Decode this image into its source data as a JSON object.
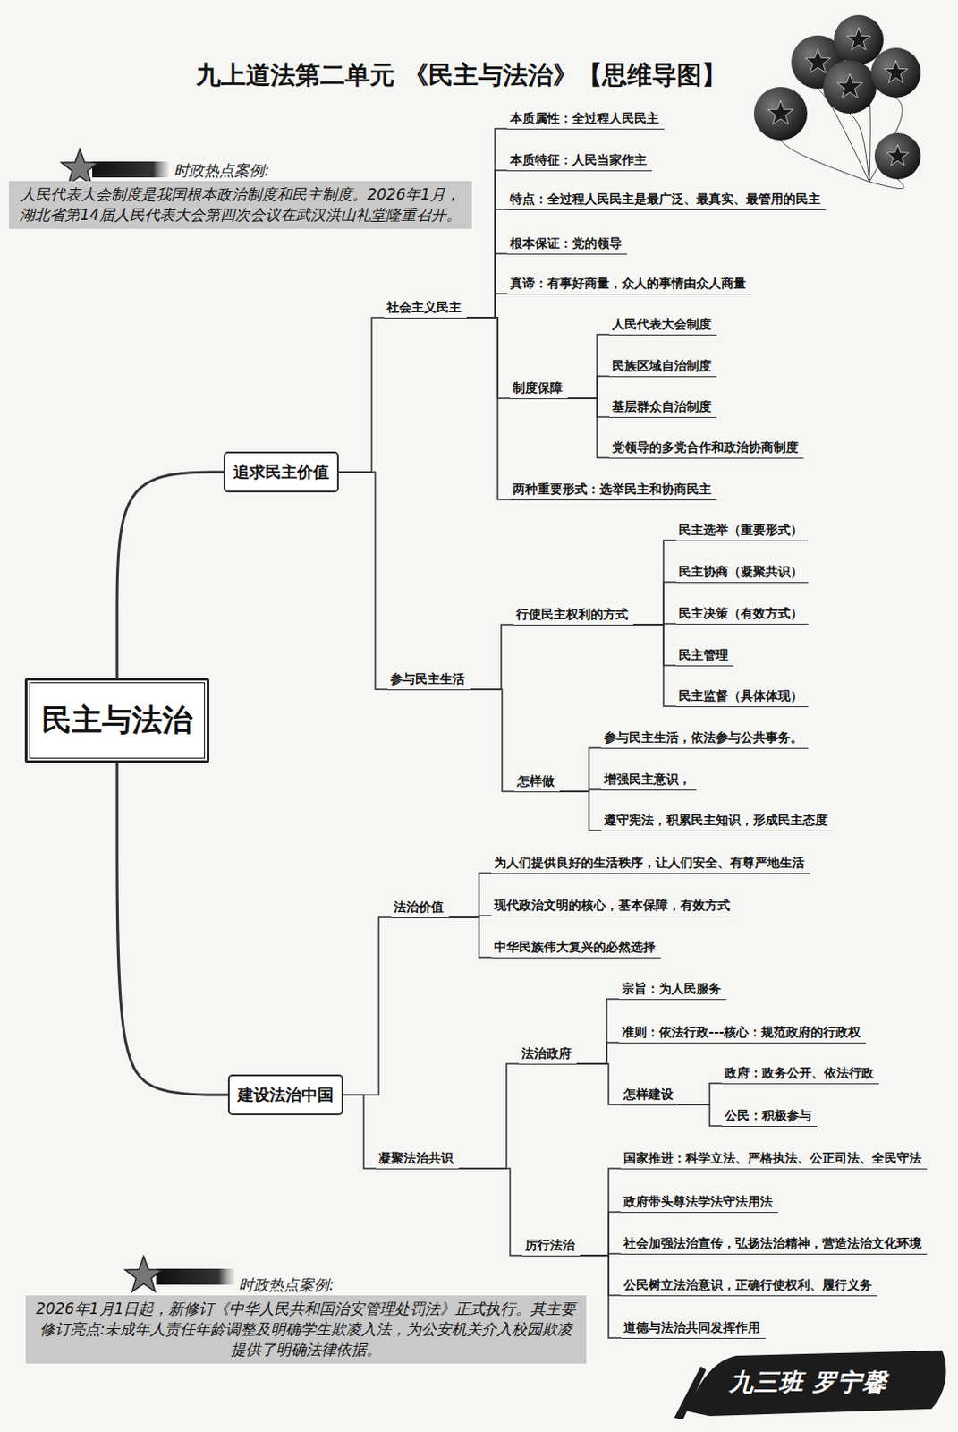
{
  "diagram": {
    "title": "九上道法第二单元 《民主与法治》【思维导图】",
    "nodes": [
      {
        "text": [
          "民主与法治"
        ]
      },
      {
        "text": [
          "追求民主价值"
        ]
      },
      {
        "text": [
          "社会主义民主"
        ]
      },
      {
        "text": [
          "本质属性：全过程人民民主"
        ]
      },
      {
        "text": [
          "本质特征：人民当家作主"
        ]
      },
      {
        "text": [
          "特点：全过程人民民主是最广泛、最真实、最管用的民主"
        ]
      },
      {
        "text": [
          "根本保证：党的领导"
        ]
      },
      {
        "text": [
          "真谛：有事好商量，众人的事情由众人商量"
        ]
      },
      {
        "text": [
          "制度保障"
        ]
      },
      {
        "text": [
          "人民代表大会制度"
        ]
      },
      {
        "text": [
          "民族区域自治制度"
        ]
      },
      {
        "text": [
          "基层群众自治制度"
        ]
      },
      {
        "text": [
          "党领导的多党合作和政治协商制度"
        ]
      },
      {
        "text": [
          "两种重要形式：选举民主和协商民主"
        ]
      },
      {
        "text": [
          "参与民主生活"
        ]
      },
      {
        "text": [
          "行使民主权利的方式"
        ]
      },
      {
        "text": [
          "民主选举（重要形式）"
        ]
      },
      {
        "text": [
          "民主协商（凝聚共识）"
        ]
      },
      {
        "text": [
          "民主决策（有效方式）"
        ]
      },
      {
        "text": [
          "民主管理"
        ]
      },
      {
        "text": [
          "民主监督（具体体现）"
        ]
      },
      {
        "text": [
          "怎样做"
        ]
      },
      {
        "text": [
          "参与民主生活，依法参与公共事务。"
        ]
      },
      {
        "text": [
          "增强民主意识，"
        ]
      },
      {
        "text": [
          "遵守宪法，积累民主知识，形成民主态度"
        ]
      },
      {
        "text": [
          "建设法治中国"
        ]
      },
      {
        "text": [
          "法治价值"
        ]
      },
      {
        "text": [
          "为人们提供良好的生活秩序，让人们安全、有尊严地生活"
        ]
      },
      {
        "text": [
          "现代政治文明的核心，基本保障，有效方式"
        ]
      },
      {
        "text": [
          "中华民族伟大复兴的必然选择"
        ]
      },
      {
        "text": [
          "凝聚法治共识"
        ]
      },
      {
        "text": [
          "法治政府"
        ]
      },
      {
        "text": [
          "宗旨：为人民服务"
        ]
      },
      {
        "text": [
          "准则：依法行政---核心：规范政府的行政权"
        ]
      },
      {
        "text": [
          "怎样建设"
        ]
      },
      {
        "text": [
          "政府：政务公开、依法行政"
        ]
      },
      {
        "text": [
          "公民：积极参与"
        ]
      },
      {
        "text": [
          "厉行法治"
        ]
      },
      {
        "text": [
          "国家推进：科学立法、严格执法、公正司法、全民守法"
        ]
      },
      {
        "text": [
          "政府带头尊法学法守法用法"
        ]
      },
      {
        "text": [
          "社会加强法治宣传，弘扬法治精神，营造法治文化环境"
        ]
      },
      {
        "text": [
          "公民树立法治意识，正确行使权利、履行义务"
        ]
      },
      {
        "text": [
          "道德与法治共同发挥作用"
        ]
      },
      {
        "text": [
          "时政热点案例:",
          "人民代表大会制度是我国根本政治制度和民主制度。2026年1月，湖北省第14届人民代表大会第四次会议在武汉洪山礼堂隆重召开。"
        ]
      },
      {
        "text": [
          "时政热点案例:",
          "2026年1月1日起，新修订《中华人民共和国治安管理处罚法》正式执行。其主要修订亮点:未成年人责任年龄调整及明确学生欺凌入法，为公安机关介入校园欺凌提供了明确法律依据。"
        ]
      }
    ],
    "edges": [
      {
        "from": 0,
        "to": 1,
        "arrow": "none"
      },
      {
        "from": 1,
        "to": 2,
        "arrow": "none"
      },
      {
        "from": 2,
        "to": 3,
        "arrow": "none"
      },
      {
        "from": 2,
        "to": 4,
        "arrow": "none"
      },
      {
        "from": 2,
        "to": 5,
        "arrow": "none"
      },
      {
        "from": 2,
        "to": 6,
        "arrow": "none"
      },
      {
        "from": 2,
        "to": 7,
        "arrow": "none"
      },
      {
        "from": 2,
        "to": 8,
        "arrow": "none"
      },
      {
        "from": 8,
        "to": 9,
        "arrow": "none"
      },
      {
        "from": 8,
        "to": 10,
        "arrow": "none"
      },
      {
        "from": 8,
        "to": 11,
        "arrow": "none"
      },
      {
        "from": 8,
        "to": 12,
        "arrow": "none"
      },
      {
        "from": 2,
        "to": 13,
        "arrow": "none"
      },
      {
        "from": 1,
        "to": 14,
        "arrow": "none"
      },
      {
        "from": 14,
        "to": 15,
        "arrow": "none"
      },
      {
        "from": 15,
        "to": 16,
        "arrow": "none"
      },
      {
        "from": 15,
        "to": 17,
        "arrow": "none"
      },
      {
        "from": 15,
        "to": 18,
        "arrow": "none"
      },
      {
        "from": 15,
        "to": 19,
        "arrow": "none"
      },
      {
        "from": 15,
        "to": 20,
        "arrow": "none"
      },
      {
        "from": 14,
        "to": 21,
        "arrow": "none"
      },
      {
        "from": 21,
        "to": 22,
        "arrow": "none"
      },
      {
        "from": 21,
        "to": 23,
        "arrow": "none"
      },
      {
        "from": 21,
        "to": 24,
        "arrow": "none"
      },
      {
        "from": 0,
        "to": 25,
        "arrow": "none"
      },
      {
        "from": 25,
        "to": 26,
        "arrow": "none"
      },
      {
        "from": 26,
        "to": 27,
        "arrow": "none"
      },
      {
        "from": 26,
        "to": 28,
        "arrow": "none"
      },
      {
        "from": 26,
        "to": 29,
        "arrow": "none"
      },
      {
        "from": 25,
        "to": 30,
        "arrow": "none"
      },
      {
        "from": 30,
        "to": 31,
        "arrow": "none"
      },
      {
        "from": 31,
        "to": 32,
        "arrow": "none"
      },
      {
        "from": 31,
        "to": 33,
        "arrow": "none"
      },
      {
        "from": 31,
        "to": 34,
        "arrow": "none"
      },
      {
        "from": 34,
        "to": 35,
        "arrow": "none"
      },
      {
        "from": 34,
        "to": 36,
        "arrow": "none"
      },
      {
        "from": 30,
        "to": 37,
        "arrow": "none"
      },
      {
        "from": 37,
        "to": 38,
        "arrow": "none"
      },
      {
        "from": 37,
        "to": 39,
        "arrow": "none"
      },
      {
        "from": 37,
        "to": 40,
        "arrow": "none"
      },
      {
        "from": 37,
        "to": 41,
        "arrow": "none"
      },
      {
        "from": 37,
        "to": 42,
        "arrow": "none"
      }
    ],
    "labels": [
      "九三班 罗宁馨"
    ]
  }
}
